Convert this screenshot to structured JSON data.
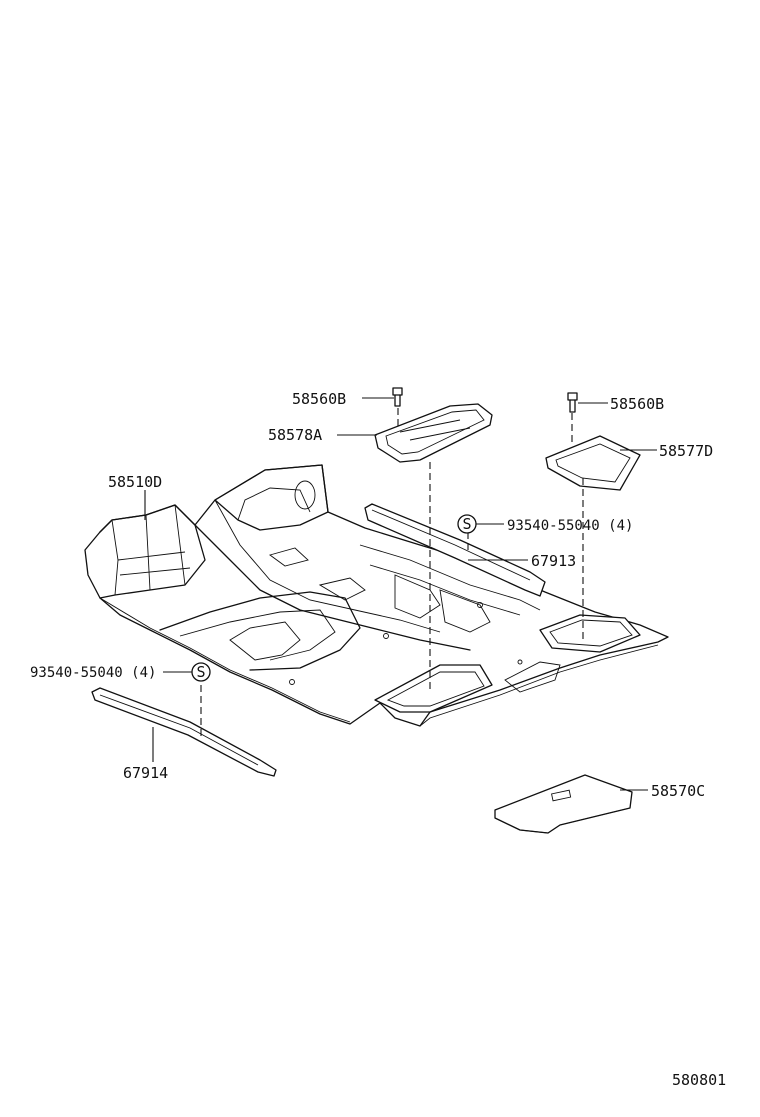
{
  "callouts": {
    "bolt_left": "58560B",
    "bolt_right": "58560B",
    "cover_left": "58578A",
    "cover_right": "58577D",
    "carpet_main": "58510D",
    "screw_upper": "93540-55040 (4)",
    "plate_upper": "67913",
    "screw_lower": "93540-55040 (4)",
    "plate_lower": "67914",
    "mat_rear": "58570C",
    "screw_symbol_upper": "S",
    "screw_symbol_lower": "S"
  },
  "diagram_id": "580801"
}
